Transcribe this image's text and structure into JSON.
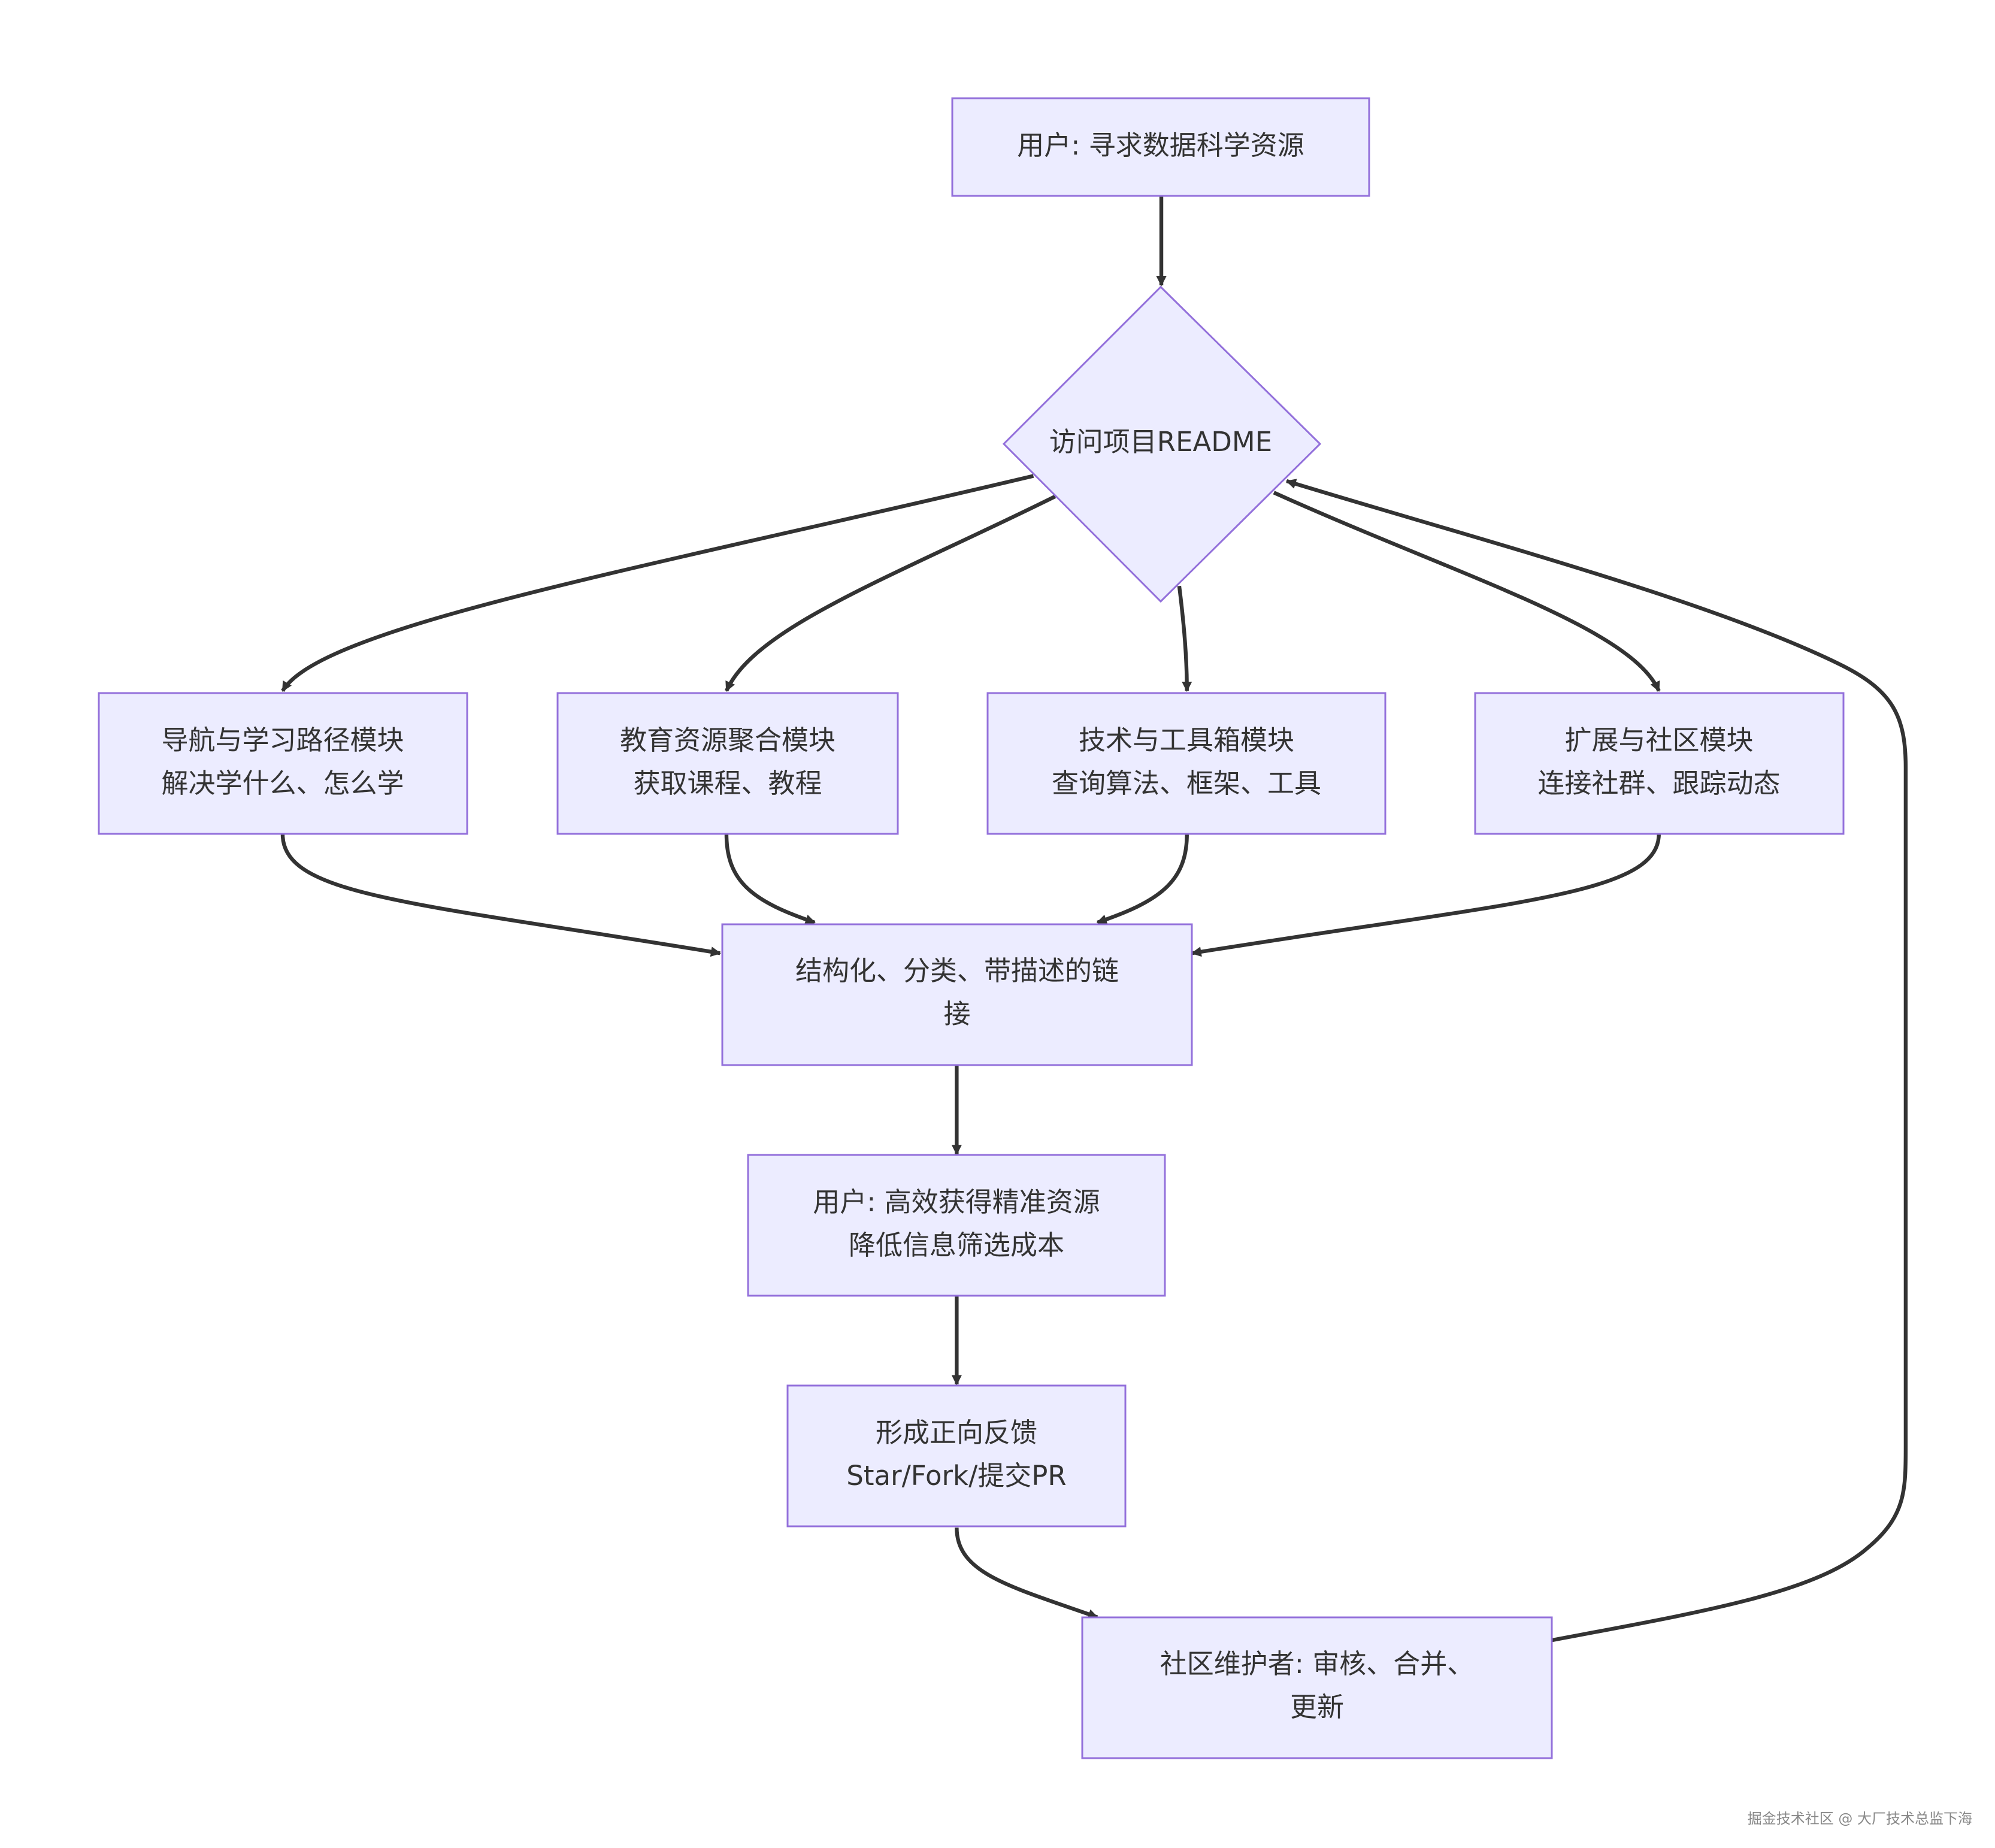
{
  "nodes": {
    "user_seek": {
      "lines": [
        "用户: 寻求数据科学资源"
      ]
    },
    "readme": {
      "lines": [
        "访问项目README"
      ]
    },
    "nav": {
      "lines": [
        "导航与学习路径模块",
        "解决学什么、怎么学"
      ]
    },
    "edu": {
      "lines": [
        "教育资源聚合模块",
        "获取课程、教程"
      ]
    },
    "tech": {
      "lines": [
        "技术与工具箱模块",
        "查询算法、框架、工具"
      ]
    },
    "ext": {
      "lines": [
        "扩展与社区模块",
        "连接社群、跟踪动态"
      ]
    },
    "links": {
      "lines": [
        "结构化、分类、带描述的链",
        "接"
      ]
    },
    "user_gain": {
      "lines": [
        "用户: 高效获得精准资源",
        "降低信息筛选成本"
      ]
    },
    "feedback": {
      "lines": [
        "形成正向反馈",
        "Star/Fork/提交PR"
      ]
    },
    "maintainer": {
      "lines": [
        "社区维护者: 审核、合并、",
        "更新"
      ]
    }
  },
  "colors": {
    "node_fill": "#ECECFF",
    "node_stroke": "#9370DB",
    "edge": "#333333",
    "text": "#333333"
  },
  "watermark": "掘金技术社区 @ 大厂技术总监下海"
}
